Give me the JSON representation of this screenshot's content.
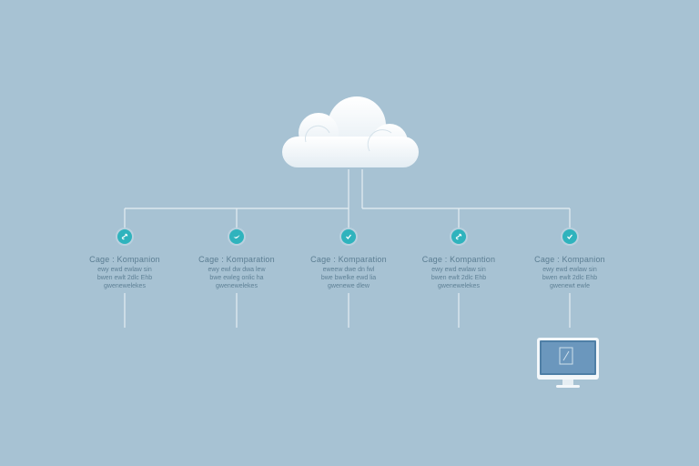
{
  "colors": {
    "background": "#a7c2d3",
    "line": "#e6eef3",
    "accent": "#2fb3bd",
    "text": "#5b7d92"
  },
  "cloud": {
    "icon": "cloud-icon"
  },
  "nodes": [
    {
      "icon": "link-icon",
      "title": "Cage : Kompanion",
      "desc": [
        "ewy ewd ewlaw sin",
        "bwen ewlt 2dlc Ehb",
        "gwenewelekes"
      ]
    },
    {
      "icon": "bird-icon",
      "title": "Cage : Komparation",
      "desc": [
        "ewy ewl dw dwa lew",
        "bwe ewleg onlic ha",
        "gwenewelekes"
      ]
    },
    {
      "icon": "check-icon",
      "title": "Cage : Komparation",
      "desc": [
        "eweew dwe dn fwl",
        "bwe bwelke ewd lia",
        "gwenewe dlew"
      ]
    },
    {
      "icon": "link-icon",
      "title": "Cage : Kompantion",
      "desc": [
        "ewy ewd ewlaw sin",
        "bwen ewlt 2dlc Ehb",
        "gwenewelekes"
      ]
    },
    {
      "icon": "check-icon",
      "title": "Cage : Kompanion",
      "desc": [
        "ewy ewd ewlaw sin",
        "bwen ewlt 2dlc Ehb",
        "gwenewt ewle"
      ]
    }
  ],
  "monitor": {
    "icon": "monitor-icon"
  }
}
